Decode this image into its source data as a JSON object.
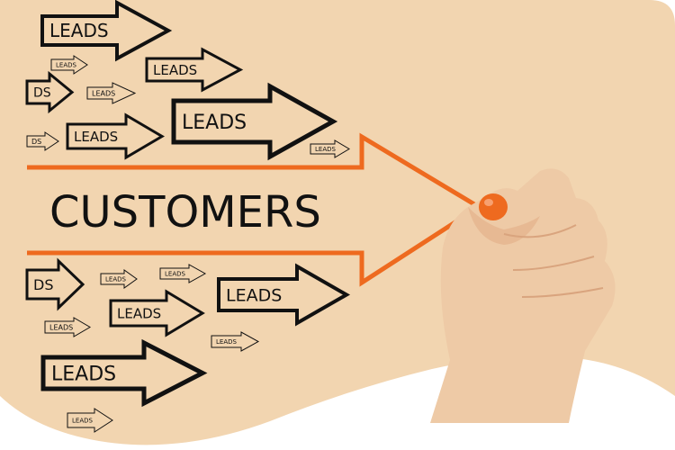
{
  "headline": "CUSTOMERS",
  "arrow_labels": [
    "LEADS",
    "LEADS",
    "LEADS",
    "DS",
    "LEADS",
    "LEADS",
    "LEADS",
    "DS",
    "LEADS",
    "DS",
    "LEADS",
    "LEADS",
    "LEADS",
    "LEADS",
    "LEADS",
    "LEADS",
    "LEADS",
    "LEADS"
  ],
  "colors": {
    "background": "#f2d5b0",
    "accent": "#ee6a1f",
    "ink": "#111111",
    "skin": "#f0cfae"
  }
}
